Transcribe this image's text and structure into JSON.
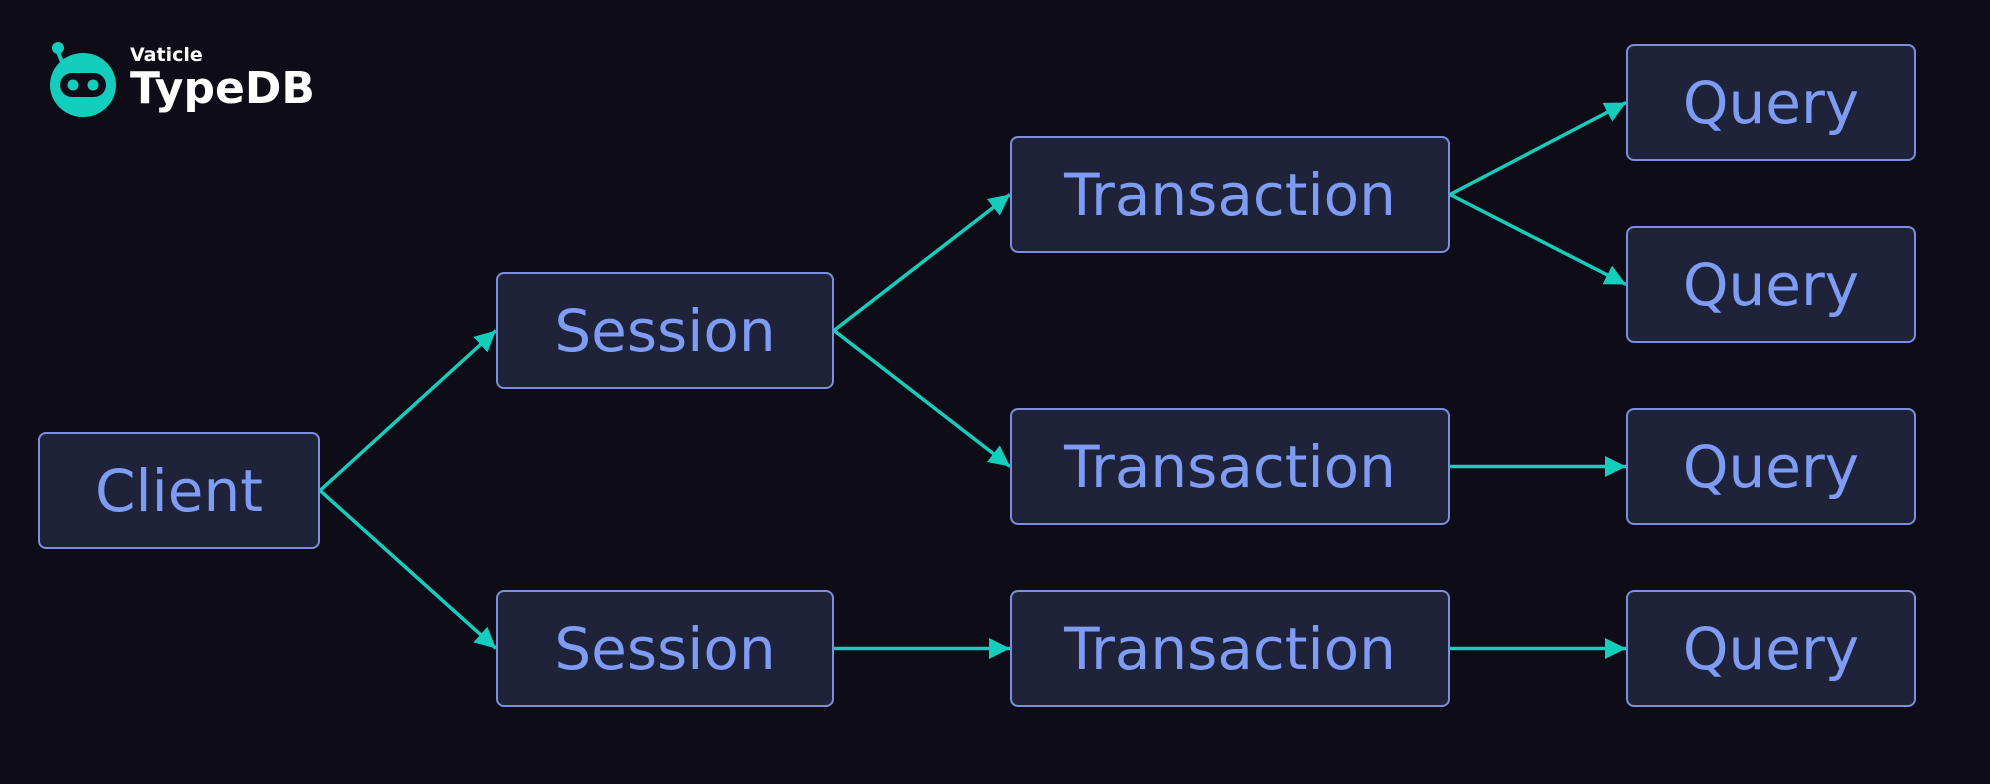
{
  "brand": {
    "company": "Vaticle",
    "product": "TypeDB",
    "logo_icon": "typedb-robot-icon"
  },
  "colors": {
    "background": "#0e0d17",
    "node_fill": "#1f233a",
    "node_border": "#7b8fde",
    "node_text": "#7f9cf5",
    "edge": "#14cdbc"
  },
  "nodes": {
    "client": "Client",
    "session_1": "Session",
    "session_2": "Session",
    "transaction_1": "Transaction",
    "transaction_2": "Transaction",
    "transaction_3": "Transaction",
    "query_1": "Query",
    "query_2": "Query",
    "query_3": "Query",
    "query_4": "Query"
  },
  "edges": [
    [
      "client",
      "session_1"
    ],
    [
      "client",
      "session_2"
    ],
    [
      "session_1",
      "transaction_1"
    ],
    [
      "session_1",
      "transaction_2"
    ],
    [
      "session_2",
      "transaction_3"
    ],
    [
      "transaction_1",
      "query_1"
    ],
    [
      "transaction_1",
      "query_2"
    ],
    [
      "transaction_2",
      "query_3"
    ],
    [
      "transaction_3",
      "query_4"
    ]
  ]
}
